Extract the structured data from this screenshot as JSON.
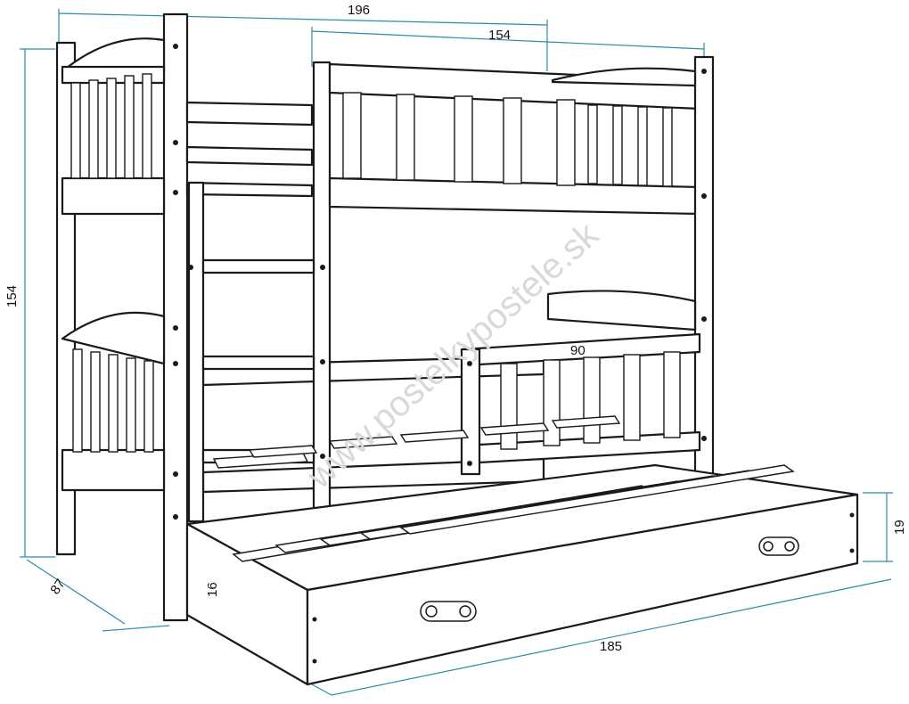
{
  "dimensions": {
    "total_length": "196",
    "upper_length": "154",
    "height": "154",
    "depth": "87",
    "drawer_gap": "16",
    "drawer_height": "19",
    "drawer_length": "185",
    "rail_length": "90"
  },
  "watermark": "www.postelkypostele.sk",
  "colors": {
    "line": "#1a1a1a",
    "dimension": "#2e8aa8",
    "background": "#ffffff"
  }
}
